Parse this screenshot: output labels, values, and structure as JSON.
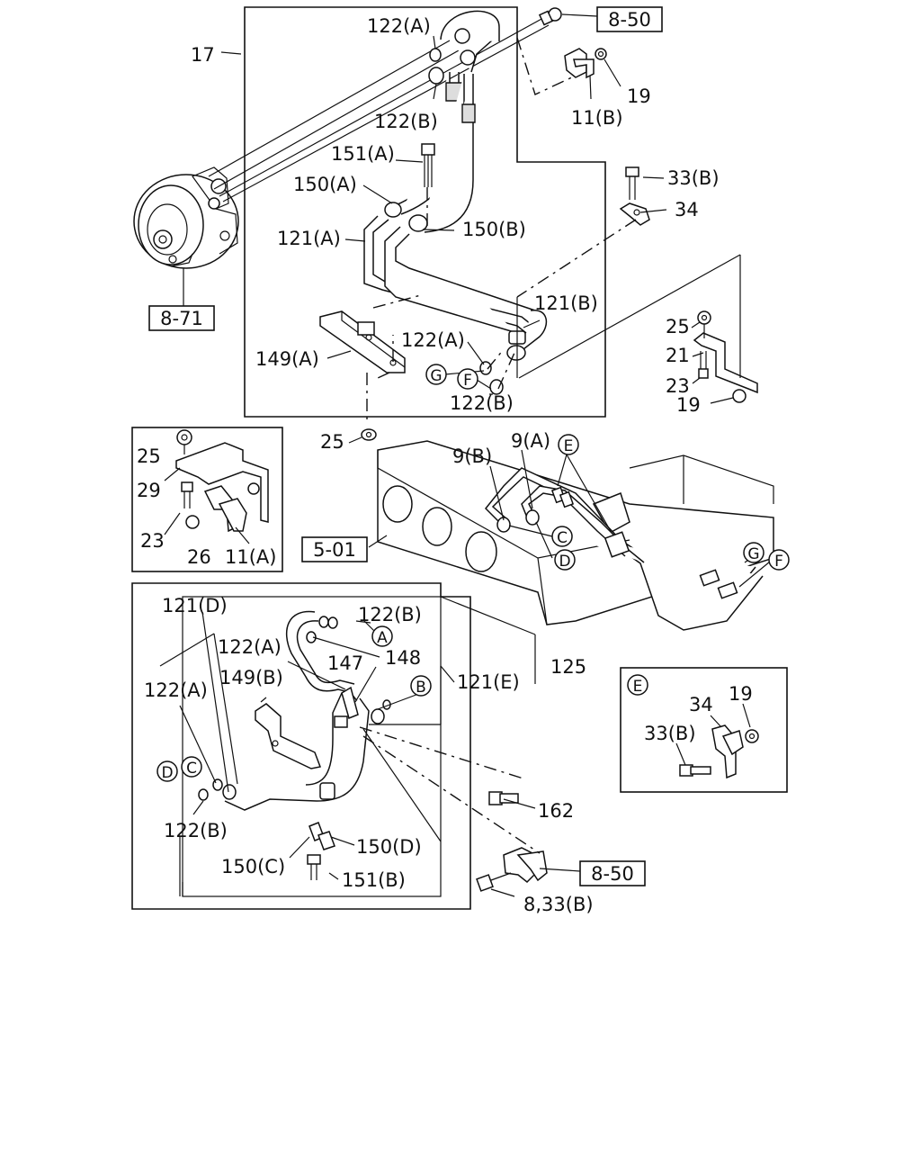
{
  "refs": [
    "8-50",
    "8-71",
    "5-01",
    "8-50"
  ],
  "letters": [
    "A",
    "B",
    "C",
    "D",
    "E",
    "F",
    "G"
  ],
  "labels": {
    "l17": "17",
    "l122a_top": "122(A)",
    "l122b_top": "122(B)",
    "l19_top": "19",
    "l11b": "11(B)",
    "l151a": "151(A)",
    "l150a": "150(A)",
    "l150b": "150(B)",
    "l121a": "121(A)",
    "l33b_top": "33(B)",
    "l34_top": "34",
    "l121b": "121(B)",
    "l122a_mid": "122(A)",
    "l122b_mid": "122(B)",
    "l149a": "149(A)",
    "l25_right": "25",
    "l21": "21",
    "l23_right": "23",
    "l19_right": "19",
    "l25_center": "25",
    "l25_inset": "25",
    "l29": "29",
    "l23_inset": "23",
    "l26": "26",
    "l11a": "11(A)",
    "l9b": "9(B)",
    "l9a": "9(A)",
    "l121d": "121(D)",
    "l122b_low": "122(B)",
    "l122a_low1": "122(A)",
    "l148": "148",
    "l147": "147",
    "l121e": "121(E)",
    "l125": "125",
    "l122a_low2": "122(A)",
    "l149b": "149(B)",
    "l122b_low2": "122(B)",
    "l162": "162",
    "l150d": "150(D)",
    "l150c": "150(C)",
    "l151b": "151(B)",
    "l8_33b": "8,33(B)",
    "l34_e": "34",
    "l19_e": "19",
    "l33b_e": "33(B)"
  }
}
